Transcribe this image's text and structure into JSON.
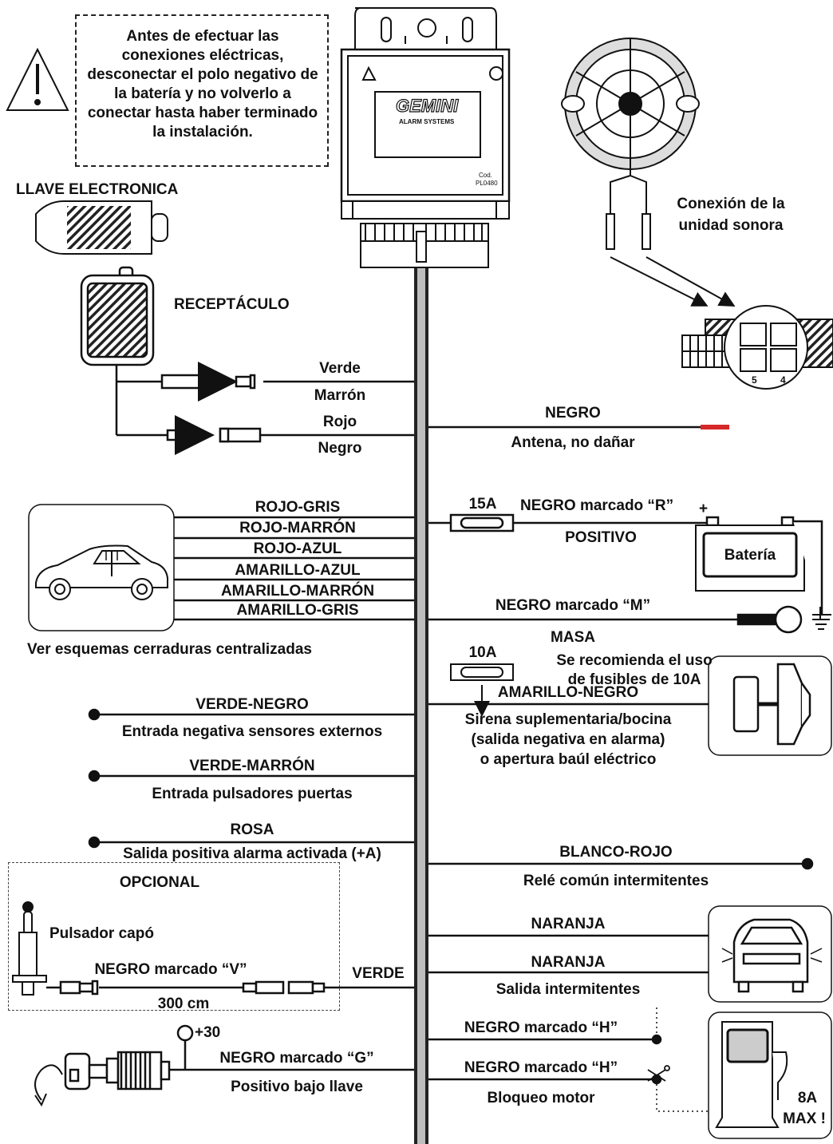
{
  "warning": {
    "text": "Antes de efectuar las conexiones eléctricas, desconectar el polo negativo de la batería y no volverlo a conectar hasta haber terminado la instalación."
  },
  "module": {
    "brand": "GEMINI",
    "sub": "ALARM SYSTEMS",
    "code_label": "Cod.",
    "code": "PL0480"
  },
  "top_left": {
    "key_label": "LLAVE ELECTRONICA",
    "receptacle_label": "RECEPTÁCULO",
    "wire1_top": "Verde",
    "wire1_bottom": "Marrón",
    "wire2_top": "Rojo",
    "wire2_bottom": "Negro"
  },
  "siren": {
    "label_l1": "Conexión de la",
    "label_l2": "unidad sonora",
    "pin_a": "5",
    "pin_b": "4"
  },
  "antenna": {
    "wire": "NEGRO",
    "desc": "Antena, no dañar"
  },
  "doors": {
    "wires": [
      "ROJO-GRIS",
      "ROJO-MARRÓN",
      "ROJO-AZUL",
      "AMARILLO-AZUL",
      "AMARILLO-MARRÓN",
      "AMARILLO-GRIS"
    ],
    "caption": "Ver esquemas cerraduras centralizadas"
  },
  "battery": {
    "fuse": "15A",
    "wire": "NEGRO marcado “R”",
    "plus": "+",
    "desc": "POSITIVO",
    "label": "Batería"
  },
  "ground": {
    "wire": "NEGRO marcado “M”",
    "desc": "MASA"
  },
  "left_wires": [
    {
      "wire": "VERDE-NEGRO",
      "desc": "Entrada negativa sensores externos"
    },
    {
      "wire": "VERDE-MARRÓN",
      "desc": "Entrada pulsadores puertas"
    },
    {
      "wire": "ROSA",
      "desc": "Salida positiva alarma activada (+A)"
    }
  ],
  "siren_ext": {
    "wire": "AMARILLO-NEGRO",
    "desc1": "Sirena suplementaria/bocina",
    "desc2": "(salida negativa en alarma)",
    "desc3": "o apertura baúl eléctrico"
  },
  "fuse_note": {
    "fuse": "10A",
    "text1": "Se recomienda el uso",
    "text2": "de fusibles de 10A"
  },
  "blinker_relay": {
    "wire": "BLANCO-ROJO",
    "desc": "Relé común intermitentes"
  },
  "optional": {
    "title": "OPCIONAL",
    "switch": "Pulsador capó",
    "wire": "NEGRO marcado “V”",
    "length": "300 cm",
    "main_wire": "VERDE"
  },
  "indicators": {
    "wire1": "NARANJA",
    "wire2": "NARANJA",
    "desc": "Salida intermitentes"
  },
  "ignition": {
    "supply": "+30",
    "wire": "NEGRO marcado “G”",
    "desc": "Positivo bajo llave"
  },
  "immobilizer": {
    "wire1": "NEGRO marcado “H”",
    "wire2": "NEGRO marcado “H”",
    "desc": "Bloqueo motor",
    "rating1": "8A",
    "rating2": "MAX !"
  }
}
